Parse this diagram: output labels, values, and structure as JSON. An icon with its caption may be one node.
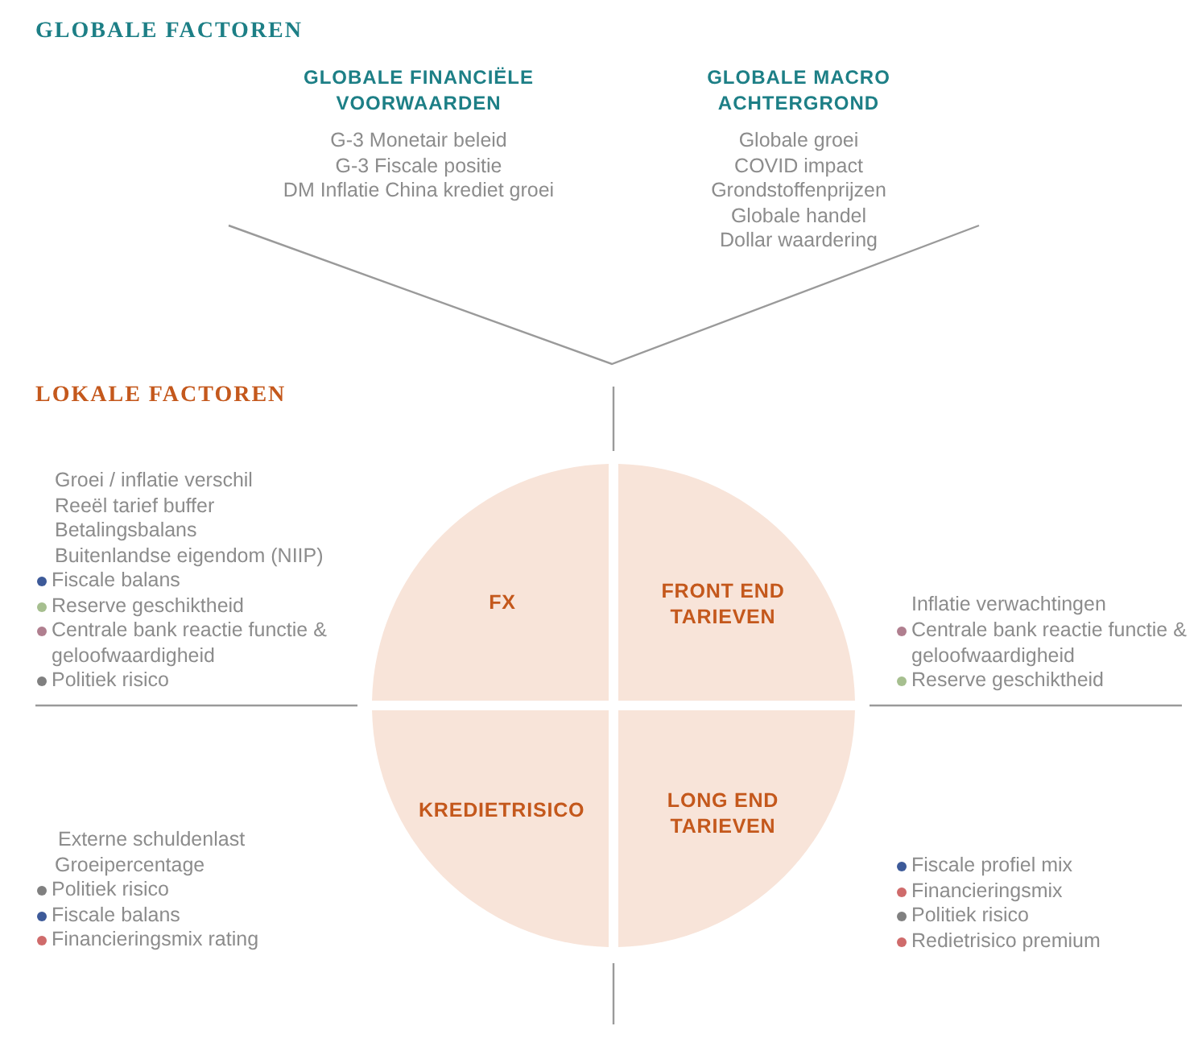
{
  "diagram": {
    "nodes": [
      {
        "text": [
          "FX"
        ]
      },
      {
        "text": [
          "FRONT END TARIEVEN"
        ]
      },
      {
        "text": [
          "KREDIETRISICO"
        ]
      },
      {
        "text": [
          "LONG END TARIEVEN"
        ]
      }
    ],
    "labels": [
      "GLOBALE FACTOREN",
      "GLOBALE FINANCIËLE VOORWAARDEN",
      "G-3 Monetair beleid",
      "G-3 Fiscale positie",
      "DM Inflatie China krediet groei",
      "GLOBALE MACRO ACHTERGROND",
      "Globale groei",
      "COVID impact",
      "Grondstoffenprijzen",
      "Globale handel",
      "Dollar waardering",
      "LOKALE FACTOREN",
      "Groei / inflatie verschil",
      "Reeël tarief buffer",
      "Betalingsbalans",
      "Buitenlandse eigendom (NIIP)",
      "Fiscale balans",
      "Reserve geschiktheid",
      "Centrale bank reactie functie & geloofwaardigheid",
      "Politiek risico",
      "Inflatie verwachtingen",
      "Centrale bank reactie functie & geloofwaardigheid",
      "Reserve geschiktheid",
      "Externe schuldenlast",
      "Groeipercentage",
      "Politiek risico",
      "Fiscale balans",
      "Financieringsmix rating",
      "Fiscale profiel mix",
      "Financieringsmix",
      "Politiek risico",
      "Redietrisico premium"
    ]
  }
}
